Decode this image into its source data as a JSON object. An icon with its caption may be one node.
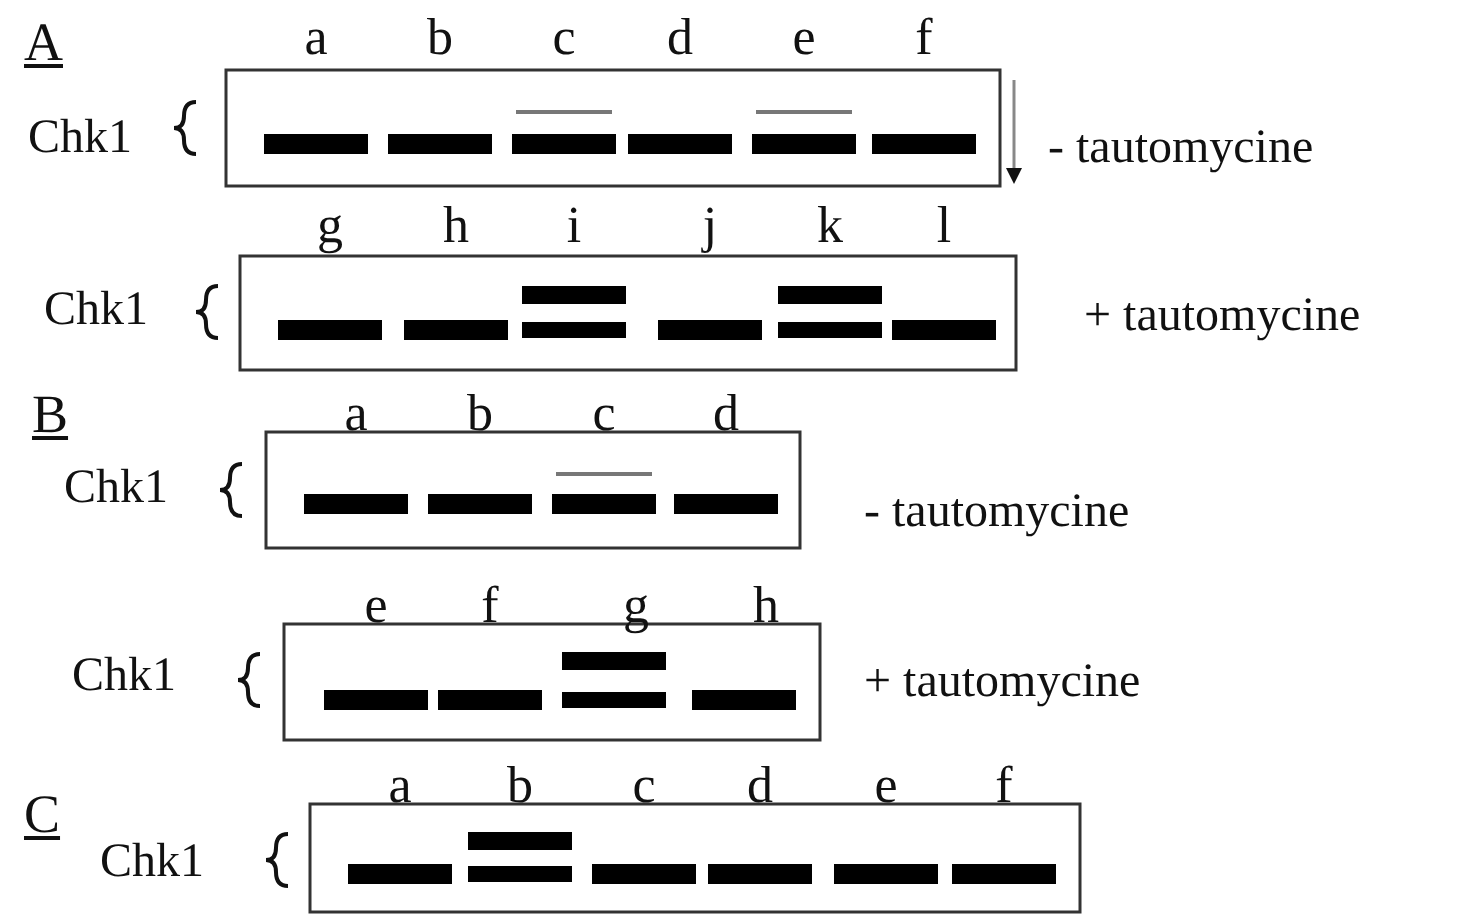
{
  "diagram": {
    "labels": [
      "A",
      "a",
      "b",
      "c",
      "d",
      "e",
      "f",
      "Chk1",
      "- tautomycine",
      "g",
      "h",
      "i",
      "j",
      "k",
      "l",
      "Chk1",
      "+ tautomycine",
      "B",
      "a",
      "b",
      "c",
      "d",
      "Chk1",
      "- tautomycine",
      "e",
      "f",
      "g",
      "h",
      "Chk1",
      "+ tautomycine",
      "C",
      "a",
      "b",
      "c",
      "d",
      "e",
      "f",
      "Chk1"
    ]
  }
}
